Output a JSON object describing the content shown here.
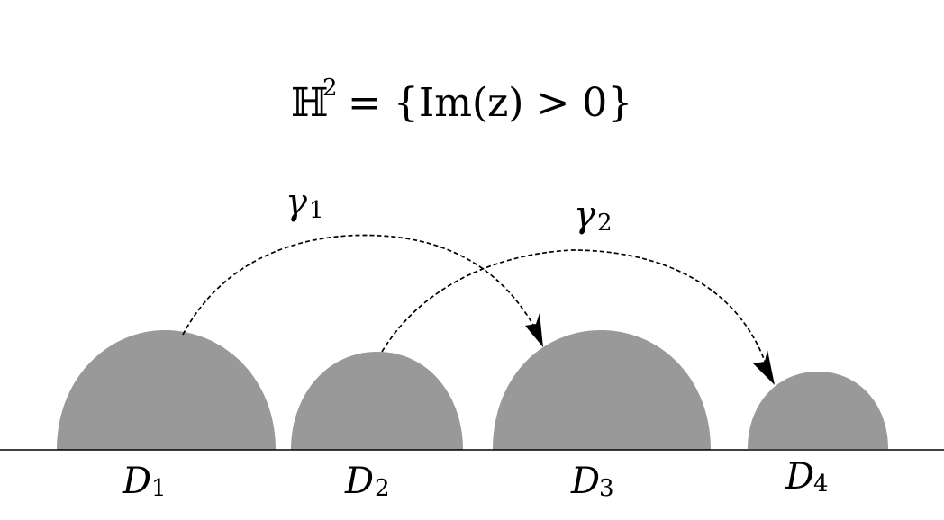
{
  "title": {
    "symbol": "ℍ",
    "superscript": "2",
    "definition": "= {Im(z) > 0}"
  },
  "geodesics": [
    {
      "symbol": "γ",
      "subscript": "1",
      "from": "D1",
      "to": "D3"
    },
    {
      "symbol": "γ",
      "subscript": "2",
      "from": "D2",
      "to": "D4"
    }
  ],
  "disks": [
    {
      "symbol": "D",
      "subscript": "1",
      "fill": "#999999"
    },
    {
      "symbol": "D",
      "subscript": "2",
      "fill": "#999999"
    },
    {
      "symbol": "D",
      "subscript": "3",
      "fill": "#999999"
    },
    {
      "symbol": "D",
      "subscript": "4",
      "fill": "#999999"
    }
  ],
  "colors": {
    "disk_fill": "#999999",
    "line": "#000000",
    "background": "#ffffff"
  }
}
